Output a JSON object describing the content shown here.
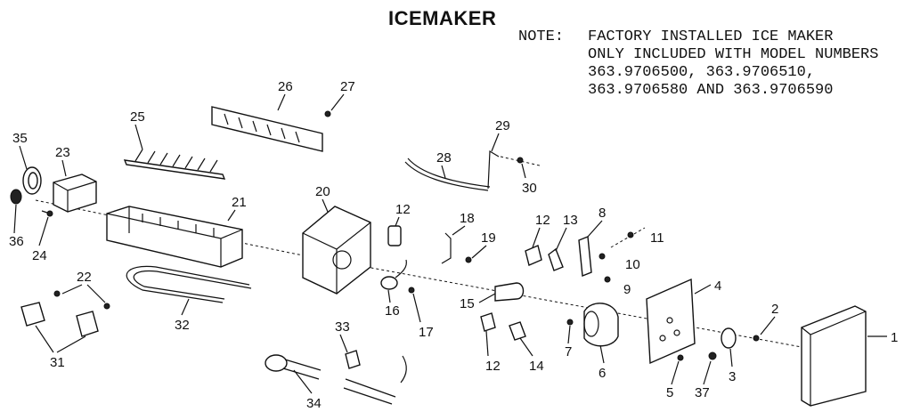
{
  "title": "ICEMAKER",
  "note": {
    "label": "NOTE:",
    "lines": [
      "FACTORY INSTALLED ICE MAKER",
      "ONLY INCLUDED WITH MODEL NUMBERS",
      "363.9706500, 363.9706510,",
      "363.9706580 AND 363.9706590"
    ]
  },
  "callouts": [
    "1",
    "2",
    "3",
    "4",
    "5",
    "6",
    "7",
    "8",
    "9",
    "10",
    "11",
    "12",
    "12",
    "12",
    "13",
    "14",
    "15",
    "16",
    "17",
    "18",
    "19",
    "20",
    "21",
    "22",
    "23",
    "24",
    "25",
    "26",
    "27",
    "28",
    "29",
    "30",
    "31",
    "32",
    "33",
    "34",
    "35",
    "36",
    "37"
  ]
}
